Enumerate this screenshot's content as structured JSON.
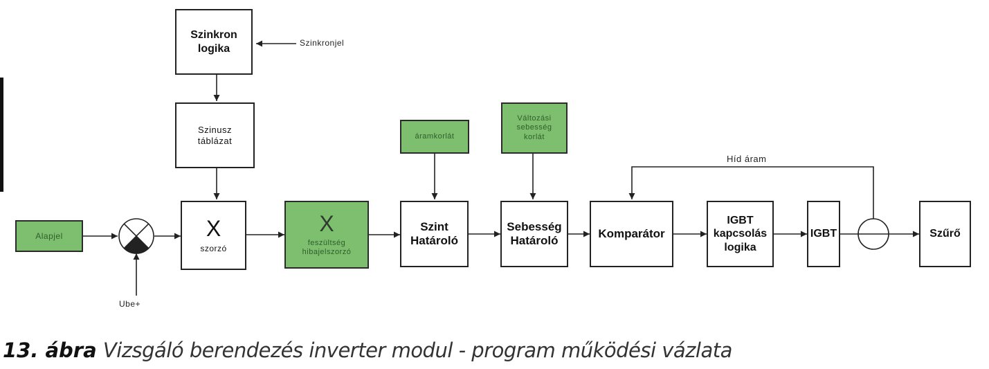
{
  "blocks": {
    "szinkron_logika": "Szinkron\nlogika",
    "szinusz_tablazat": "Szinusz\ntáblázat",
    "alapjel": "Alapjel",
    "szorzo_symbol": "X",
    "szorzo_label": "szorzó",
    "feszultseg_symbol": "X",
    "feszultseg_label": "feszültség\nhibajelszorzó",
    "aramkorlat": "áramkorlát",
    "valtozasi": "Változási\nsebesség\nkorlát",
    "szint_hatarolo": "Szint\nHatároló",
    "sebesseg_hatarolo": "Sebesség\nHatároló",
    "komparator": "Komparátor",
    "igbt_logika": "IGBT\nkapcsolás\nlogika",
    "igbt": "IGBT",
    "szuro": "Szűrő"
  },
  "labels": {
    "szinkronjel": "Szinkronjel",
    "ube": "Ube+",
    "hid_aram": "Híd áram"
  },
  "caption": {
    "number": "13. ábra",
    "text": "Vizsgáló berendezés inverter modul - program működési vázlata"
  },
  "colors": {
    "green_fill": "#7dbf6e",
    "line": "#222222"
  }
}
